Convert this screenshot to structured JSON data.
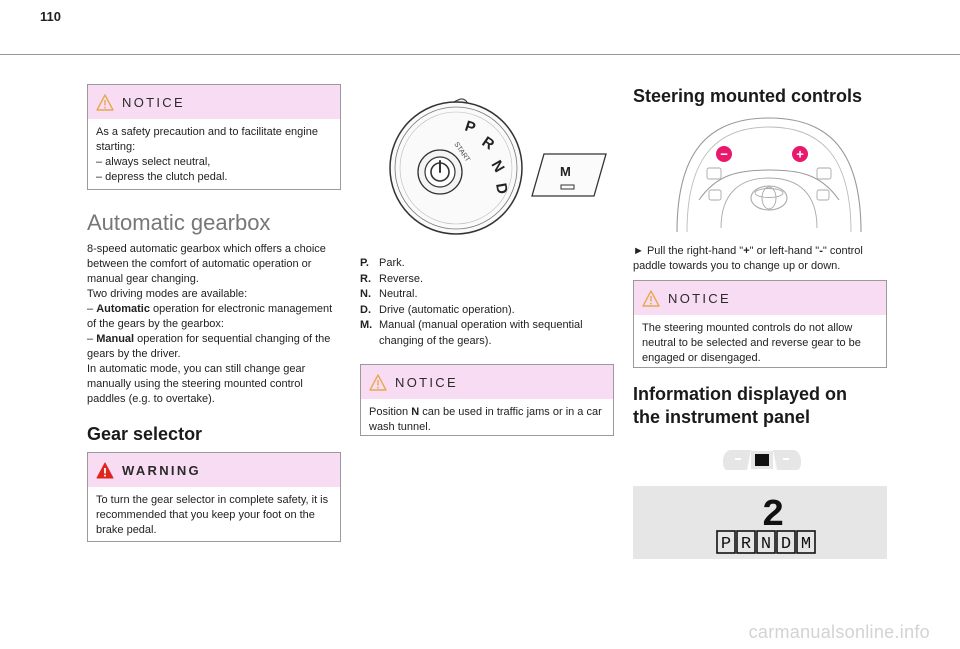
{
  "page": {
    "number": "110"
  },
  "col1": {
    "notice": {
      "title": "NOTICE",
      "intro": "As a safety precaution and to facilitate engine starting:",
      "items": [
        "– always select neutral,",
        "– depress the clutch pedal."
      ]
    },
    "automatic_gearbox": {
      "heading": "Automatic gearbox",
      "p1": "8-speed automatic gearbox which offers a choice between the comfort of automatic operation or manual gear changing.",
      "p2": "Two driving modes are available:",
      "mode1_dash": "– ",
      "mode1_bold": "Automatic",
      "mode1_rest": " operation for electronic management of the gears by the gearbox:",
      "mode2_dash": "– ",
      "mode2_bold": "Manual",
      "mode2_rest": " operation for sequential changing of the gears by the driver.",
      "p3": "In automatic mode, you can still change gear manually using the steering mounted control paddles (e.g. to overtake)."
    },
    "gear_selector": {
      "heading": "Gear selector",
      "warning_title": "WARNING",
      "warning_text": "To turn the gear selector in complete safety, it is recommended that you keep your foot on the brake pedal."
    }
  },
  "col2": {
    "dial": {
      "letters": [
        "P",
        "R",
        "N",
        "D"
      ],
      "start": "START",
      "manual": "M"
    },
    "gears": [
      {
        "key": "P.",
        "val": "Park."
      },
      {
        "key": "R.",
        "val": "Reverse."
      },
      {
        "key": "N.",
        "val": "Neutral."
      },
      {
        "key": "D.",
        "val": "Drive (automatic operation)."
      },
      {
        "key": "M.",
        "val": "Manual (manual operation with sequential changing of the gears)."
      }
    ],
    "notice": {
      "title": "NOTICE",
      "pre": "Position ",
      "bold": "N",
      "post": " can be used in traffic jams or in a car wash tunnel."
    }
  },
  "col3": {
    "steering": {
      "heading": "Steering mounted controls",
      "minus": "−",
      "plus": "+",
      "instr_pre": "► Pull the right-hand \"",
      "instr_plus": "+",
      "instr_mid": "\" or left-hand \"",
      "instr_minus": "-",
      "instr_post": "\" control paddle towards you to change up or down."
    },
    "notice": {
      "title": "NOTICE",
      "text": "The steering mounted controls do not allow neutral to be selected and reverse gear to be engaged or disengaged."
    },
    "info": {
      "heading_line1": "Information displayed on",
      "heading_line2": "the instrument panel",
      "gear_digit": "2",
      "gear_letters": [
        "P",
        "R",
        "N",
        "D",
        "M"
      ]
    }
  },
  "watermark": "carmanualsonline.info",
  "colors": {
    "notice_bg": "#f8dcf3",
    "minus_btn": "#e8186c",
    "plus_btn": "#e8186c",
    "rule": "#999999"
  }
}
